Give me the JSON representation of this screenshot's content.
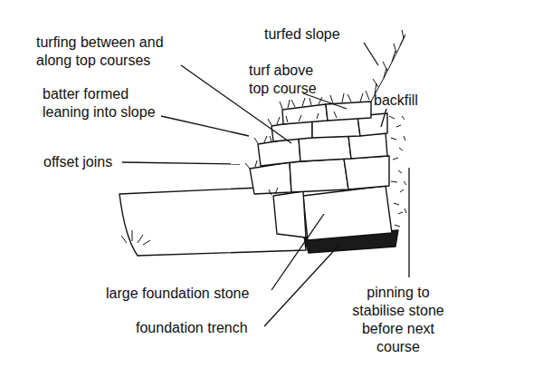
{
  "diagram": {
    "labels": [
      "turfed slope",
      "turfing between and along top courses",
      "turf above top course",
      "batter formed leaning into slope",
      "backfill",
      "offset joins",
      "large foundation stone",
      "foundation trench",
      "pinning to stabilise stone before next course"
    ]
  }
}
